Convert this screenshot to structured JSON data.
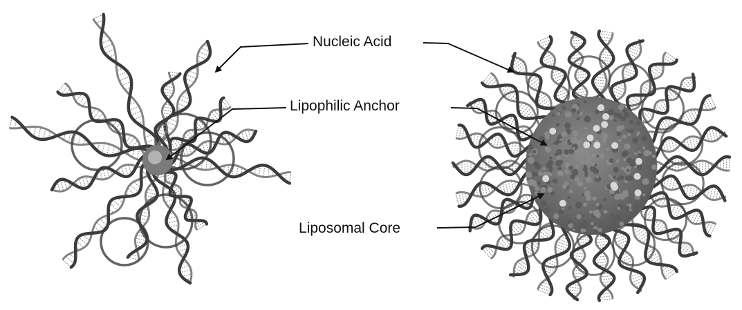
{
  "labels": {
    "nucleic_acid": "Nucleic Acid",
    "lipophilic_anchor": "Lipophilic Anchor",
    "liposomal_core": "Liposomal Core"
  },
  "colors": {
    "strand": "#6e6e6e",
    "strand_dark": "#3c3c3c",
    "bases": "#9a9a9a",
    "core": "#7a7a7a",
    "core_light": "#d8d8d8",
    "arrow": "#111111"
  }
}
